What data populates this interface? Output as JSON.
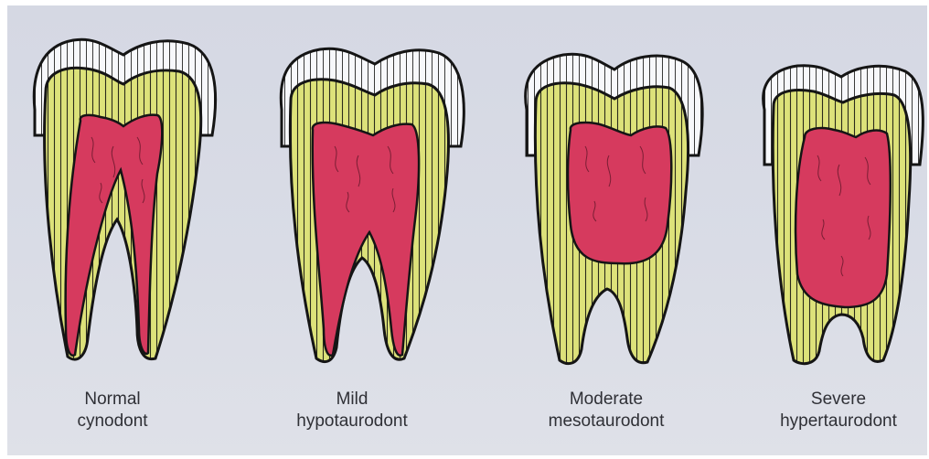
{
  "colors": {
    "enamel": "#f7f8fb",
    "dentin": "#dde27a",
    "pulp": "#d63a5e",
    "outline": "#151515",
    "background": "#d7dae4"
  },
  "teeth": [
    {
      "line1": "Normal",
      "line2": "cynodont"
    },
    {
      "line1": "Mild",
      "line2": "hypotaurodont"
    },
    {
      "line1": "Moderate",
      "line2": "mesotaurodont"
    },
    {
      "line1": "Severe",
      "line2": "hypertaurodont"
    }
  ]
}
